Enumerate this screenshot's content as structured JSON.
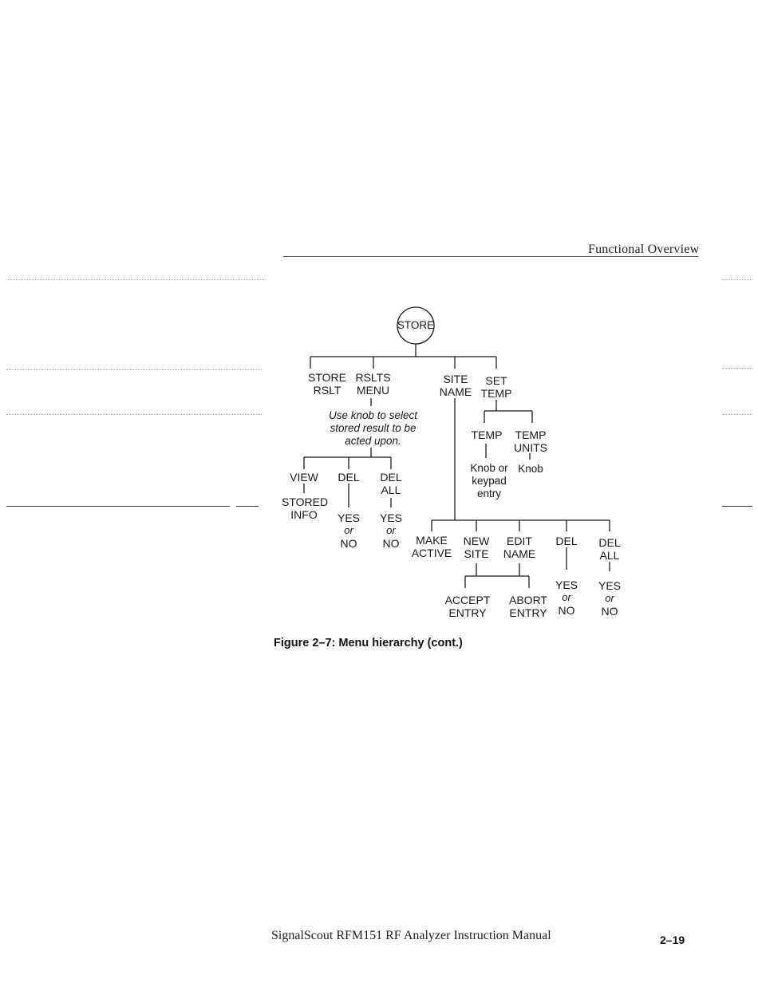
{
  "header": {
    "title": "Functional Overview"
  },
  "figure": {
    "root": "STORE",
    "top_level": {
      "store_rslt": [
        "STORE",
        "RSLT"
      ],
      "rslts_menu": [
        "RSLTS",
        "MENU"
      ],
      "site_name": [
        "SITE",
        "NAME"
      ],
      "set_temp": [
        "SET",
        "TEMP"
      ]
    },
    "rslts_note": [
      "Use knob to select",
      "stored result to be",
      "acted upon."
    ],
    "rslts_children": {
      "view": [
        "VIEW",
        "STORED",
        "INFO"
      ],
      "del": [
        "DEL"
      ],
      "del_all": [
        "DEL",
        "ALL"
      ],
      "del_confirm": [
        "YES",
        "or",
        "NO"
      ],
      "del_all_confirm": [
        "YES",
        "or",
        "NO"
      ]
    },
    "temp_children": {
      "temp": [
        "TEMP"
      ],
      "temp_units": [
        "TEMP",
        "UNITS"
      ],
      "temp_entry": [
        "Knob or",
        "keypad",
        "entry"
      ],
      "units_entry": [
        "Knob"
      ]
    },
    "site_children": {
      "make_active": [
        "MAKE",
        "ACTIVE"
      ],
      "new_site": [
        "NEW",
        "SITE"
      ],
      "edit_name": [
        "EDIT",
        "NAME"
      ],
      "del": [
        "DEL"
      ],
      "del_all": [
        "DEL",
        "ALL"
      ],
      "del_confirm": [
        "YES",
        "or",
        "NO"
      ],
      "del_all_confirm": [
        "YES",
        "or",
        "NO"
      ]
    },
    "name_entry_children": {
      "accept": [
        "ACCEPT",
        "ENTRY"
      ],
      "abort": [
        "ABORT",
        "ENTRY"
      ]
    },
    "caption": "Figure 2–7: Menu hierarchy (cont.)"
  },
  "footer": {
    "manual_title": "SignalScout RFM151 RF Analyzer Instruction Manual",
    "page_number": "2–19"
  }
}
